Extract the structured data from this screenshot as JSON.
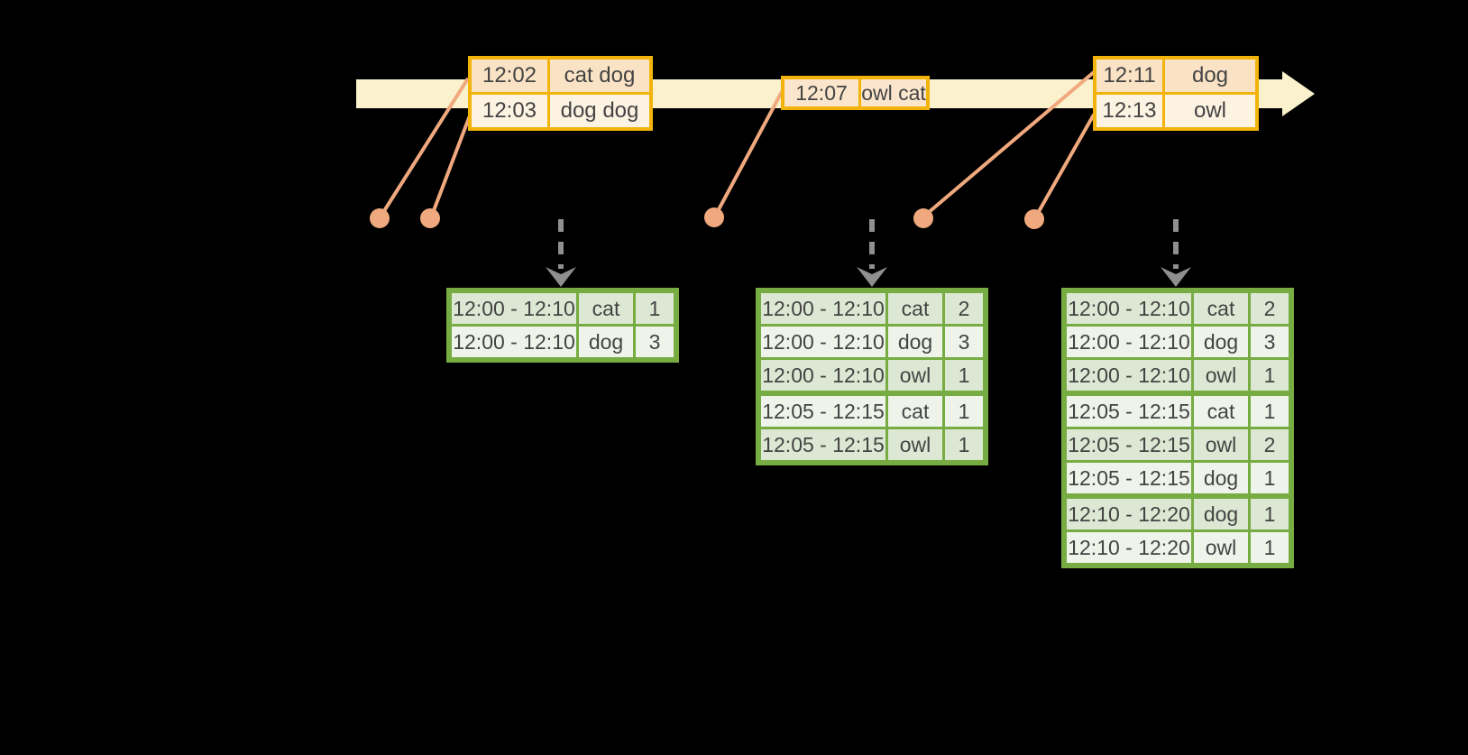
{
  "colors": {
    "background": "#000000",
    "timeline_band": "#FBF2CD",
    "event_border": "#F2B30B",
    "event_row_dark": "#FAE3C5",
    "event_row_light": "#FDF3E2",
    "event_row_mid": "#FBE6CD",
    "marker": "#F0A97E",
    "result_border": "#76AC41",
    "result_row_dark": "#DCE8D3",
    "result_row_light": "#EFF4EB",
    "trigger_arrow": "#8F8F8F",
    "text": "#434343"
  },
  "event_tables": [
    {
      "rows": [
        {
          "time": "12:02",
          "words": "cat dog"
        },
        {
          "time": "12:03",
          "words": "dog dog"
        }
      ]
    },
    {
      "rows": [
        {
          "time": "12:07",
          "words": "owl cat"
        }
      ]
    },
    {
      "rows": [
        {
          "time": "12:11",
          "words": "dog"
        },
        {
          "time": "12:13",
          "words": "owl"
        }
      ]
    }
  ],
  "result_tables": [
    {
      "rows": [
        [
          "12:00 - 12:10",
          "cat",
          "1"
        ],
        [
          "12:00 - 12:10",
          "dog",
          "3"
        ]
      ]
    },
    {
      "rows": [
        [
          "12:00 - 12:10",
          "cat",
          "2"
        ],
        [
          "12:00 - 12:10",
          "dog",
          "3"
        ],
        [
          "12:00 - 12:10",
          "owl",
          "1"
        ],
        [
          "12:05 - 12:15",
          "cat",
          "1"
        ],
        [
          "12:05 - 12:15",
          "owl",
          "1"
        ]
      ]
    },
    {
      "rows": [
        [
          "12:00 - 12:10",
          "cat",
          "2"
        ],
        [
          "12:00 - 12:10",
          "dog",
          "3"
        ],
        [
          "12:00 - 12:10",
          "owl",
          "1"
        ],
        [
          "12:05 - 12:15",
          "cat",
          "1"
        ],
        [
          "12:05 - 12:15",
          "owl",
          "2"
        ],
        [
          "12:05 - 12:15",
          "dog",
          "1"
        ],
        [
          "12:10 - 12:20",
          "dog",
          "1"
        ],
        [
          "12:10 - 12:20",
          "owl",
          "1"
        ]
      ]
    }
  ]
}
